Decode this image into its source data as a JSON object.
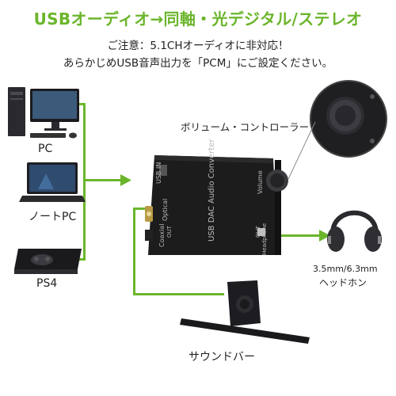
{
  "title": "USBオーディオ→同軸・光デジタル/ステレオ",
  "notice": {
    "line1": "ご注意：5.1CHオーディオに非対応！",
    "line2": "あらかじめUSB音声出力を「PCM」にご設定ください。"
  },
  "sources": {
    "pc": "PC",
    "laptop": "ノートPC",
    "ps4": "PS4"
  },
  "volume_knob_label": "ボリューム・コントローラー",
  "device": {
    "name": "USB DAC Audio Converter",
    "usb_in": "USB IN",
    "volume": "Volume",
    "optical": "Optical",
    "coaxial": "Coaxial",
    "out": "OUT",
    "headphone": "Headphone",
    "out2": "OUT"
  },
  "headphones": {
    "spec": "3.5mm/6.3mm",
    "label": "ヘッドホン"
  },
  "soundbar_label": "サウンドバー",
  "colors": {
    "accent": "#6bb52b",
    "device_body": "#1c1c1c"
  }
}
